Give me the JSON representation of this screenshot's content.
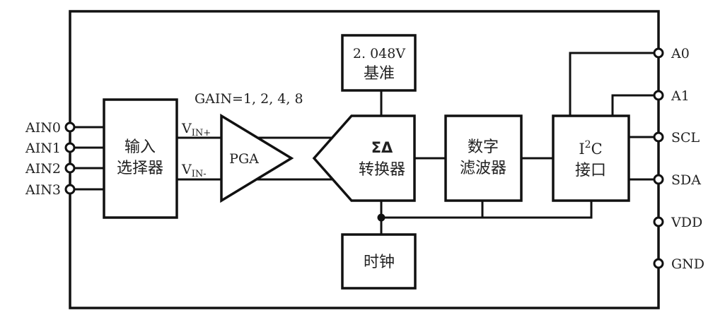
{
  "diagram": {
    "colors": {
      "line": "#111111",
      "text": "#222222",
      "background": "#ffffff"
    },
    "gain_label": "GAIN=1, 2, 4, 8",
    "left_pins": [
      "AIN0",
      "AIN1",
      "AIN2",
      "AIN3"
    ],
    "right_pins": [
      "A0",
      "A1",
      "SCL",
      "SDA",
      "VDD",
      "GND"
    ],
    "mux": {
      "line1": "输入",
      "line2": "选择器"
    },
    "vin_plus": {
      "main": "V",
      "sub": "IN+"
    },
    "vin_minus": {
      "main": "V",
      "sub": "IN-"
    },
    "pga": {
      "label": "PGA"
    },
    "reference": {
      "line1": "2. 048V",
      "line2": "基准"
    },
    "adc": {
      "line1": "ΣΔ",
      "line2": "转换器"
    },
    "filter": {
      "line1": "数字",
      "line2": "滤波器"
    },
    "i2c": {
      "main": "I",
      "sup": "2",
      "tail": "C",
      "line2": "接口"
    },
    "clock": {
      "label": "时钟"
    }
  }
}
